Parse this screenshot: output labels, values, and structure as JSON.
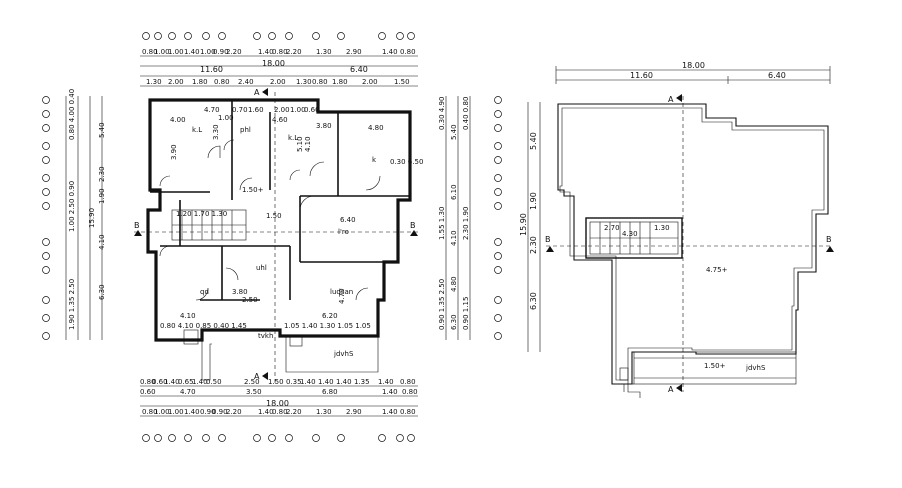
{
  "left_plan": {
    "top_dims_row1": [
      "0.80",
      "1.00",
      "1.00",
      "1.40",
      "1.00",
      "0.90",
      "2.20",
      "1.40",
      "0.80",
      "2.20",
      "1.30",
      "2.90",
      "1.40",
      "0.80"
    ],
    "top_total": "11.60",
    "top_total2": "6.40",
    "top_overall": "18.00",
    "top_dims_row3": [
      "1.30",
      "2.00",
      "1.80",
      "0.80",
      "2.40",
      "2.00",
      "1.30",
      "0.80",
      "1.80",
      "2.00",
      "1.50"
    ],
    "bottom_dims_row1": [
      "0.80",
      "0.60",
      "1.40",
      "0.65",
      "1.40",
      "0.50",
      "2.50",
      "1.50",
      "0.35",
      "1.40",
      "1.40",
      "1.40",
      "1.35",
      "1.40",
      "0.80"
    ],
    "bottom_dims_row2": [
      "0.60",
      "4.70",
      "3.50",
      "6.80",
      "1.40",
      "0.80"
    ],
    "bottom_overall": "18.00",
    "bottom_dims_row4": [
      "0.80",
      "1.00",
      "1.00",
      "1.40",
      "0.90",
      "0.90",
      "2.20",
      "1.40",
      "0.80",
      "2.20",
      "1.30",
      "2.90",
      "1.40",
      "0.80"
    ],
    "left_dims_outer": [
      "5.40",
      "1.90",
      "2.30",
      "15.90",
      "4.10",
      "6.30"
    ],
    "right_dims_outer": [
      "5.40",
      "6.10",
      "4.10",
      "4.80",
      "6.30"
    ],
    "rooms": {
      "kl": "k.L",
      "phl": "phl",
      "kl2": "k.L",
      "k3": "k",
      "uhl": "uhl",
      "qd": "qd",
      "ludsan": "ludsan",
      "tvkh": "tvkh",
      "jdvhs": "jdvhS",
      "lvo": "l'ro"
    },
    "interior_dims": [
      "4.00",
      "4.70",
      "1.00",
      "0.70",
      "1.60",
      "2.00",
      "1.00",
      "0.60",
      "3.80",
      "4.60",
      "4.80",
      "3.30",
      "4.10",
      "5.10",
      "6.40",
      "3.80",
      "2.50",
      "1.50",
      "4.70",
      "6.20",
      "4.10",
      "3.90"
    ],
    "levels": [
      "1.50+",
      "1.50+"
    ],
    "section_a": "A",
    "section_b": "B"
  },
  "right_plan": {
    "top_overall": "18.00",
    "top_left": "11.60",
    "top_right": "6.40",
    "left_dims": [
      "5.40",
      "1.90",
      "2.30",
      "15.90",
      "6.30"
    ],
    "level_roof": "4.75+",
    "level_low": "1.50+",
    "label_low": "jdvhS",
    "section_a": "A",
    "section_b": "B",
    "stair_dims": [
      "2.70",
      "4.30",
      "1.30"
    ]
  }
}
